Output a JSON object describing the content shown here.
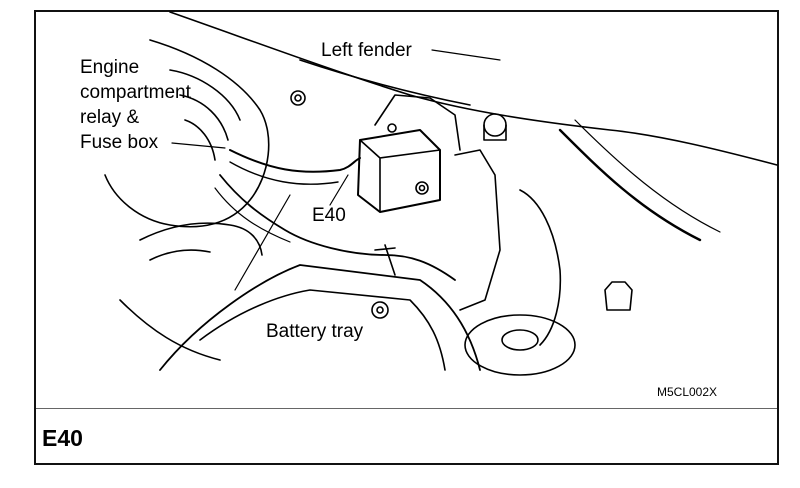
{
  "labels": {
    "left_fender": "Left fender",
    "relay_line1": "Engine",
    "relay_line2": "compartment",
    "relay_line3": "relay &",
    "relay_line4": "Fuse box",
    "connector": "E40",
    "battery_tray": "Battery tray"
  },
  "figure_code": "M5CL002X",
  "panel_title": "E40"
}
